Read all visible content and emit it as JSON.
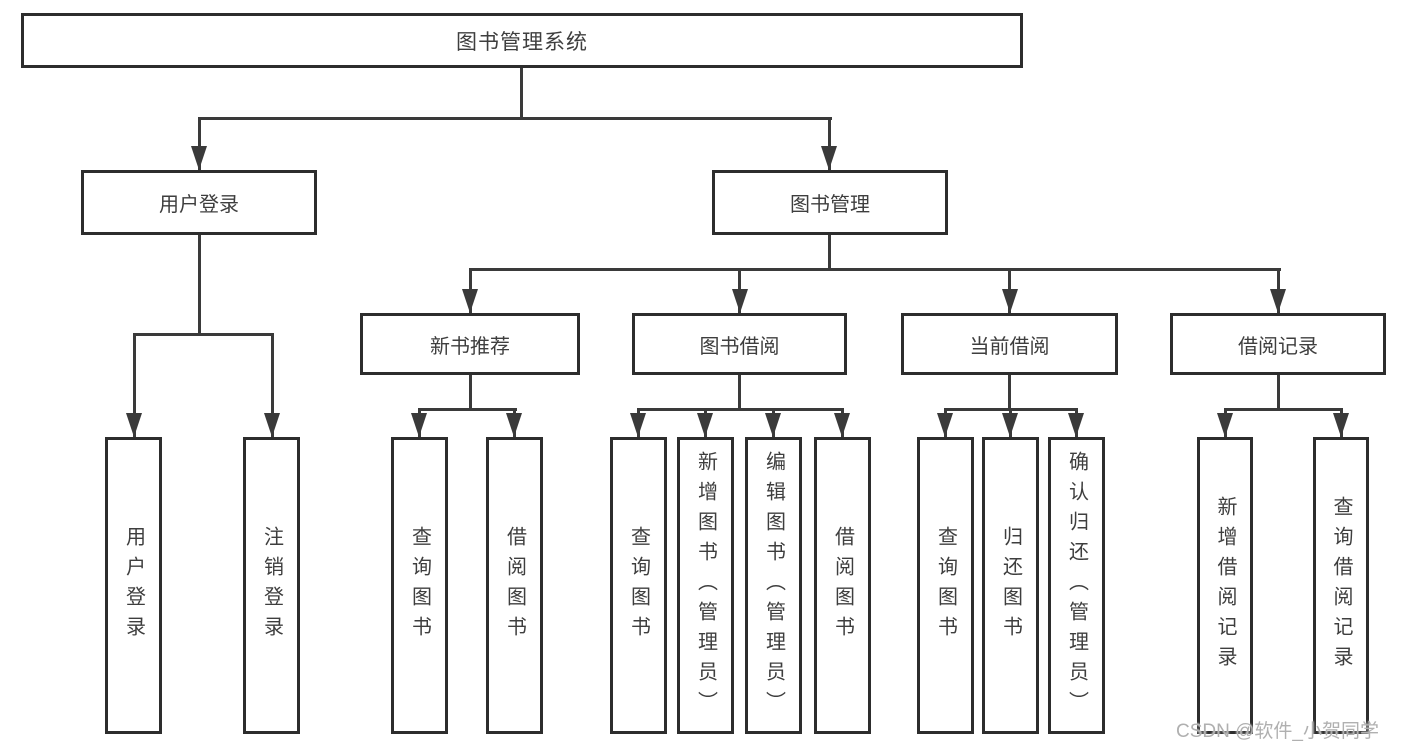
{
  "colors": {
    "line": "#3a3a3a",
    "border": "#2d2d2d",
    "text": "#3e3e3e",
    "watermark": "#b0b0b0",
    "background": "#ffffff"
  },
  "watermark": {
    "text": "CSDN @软件_小贺同学"
  },
  "tree": {
    "label": "图书管理系统",
    "children": [
      {
        "label": "用户登录",
        "children": [
          {
            "label": "用户登录"
          },
          {
            "label": "注销登录"
          }
        ]
      },
      {
        "label": "图书管理",
        "children": [
          {
            "label": "新书推荐",
            "children": [
              {
                "label": "查询图书"
              },
              {
                "label": "借阅图书"
              }
            ]
          },
          {
            "label": "图书借阅",
            "children": [
              {
                "label": "查询图书"
              },
              {
                "label": "新增图书（管理员）"
              },
              {
                "label": "编辑图书（管理员）"
              },
              {
                "label": "借阅图书"
              }
            ]
          },
          {
            "label": "当前借阅",
            "children": [
              {
                "label": "查询图书"
              },
              {
                "label": "归还图书"
              },
              {
                "label": "确认归还（管理员）"
              }
            ]
          },
          {
            "label": "借阅记录",
            "children": [
              {
                "label": "新增借阅记录"
              },
              {
                "label": "查询借阅记录"
              }
            ]
          }
        ]
      }
    ]
  }
}
